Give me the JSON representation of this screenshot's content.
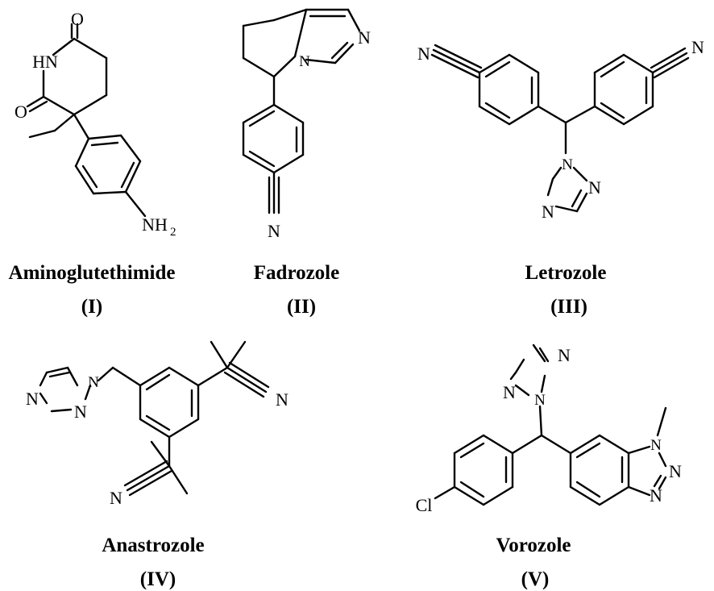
{
  "compounds": [
    {
      "name": "Aminoglutethimide",
      "label": "(I)"
    },
    {
      "name": "Fadrozole",
      "label": "(II)"
    },
    {
      "name": "Letrozole",
      "label": "(III)"
    },
    {
      "name": "Anastrozole",
      "label": "(IV)"
    },
    {
      "name": "Vorozole",
      "label": "(V)"
    }
  ],
  "atoms": {
    "o": "O",
    "hn": "HN",
    "nh2": "NH",
    "two": "2",
    "n": "N",
    "cl": "Cl"
  }
}
